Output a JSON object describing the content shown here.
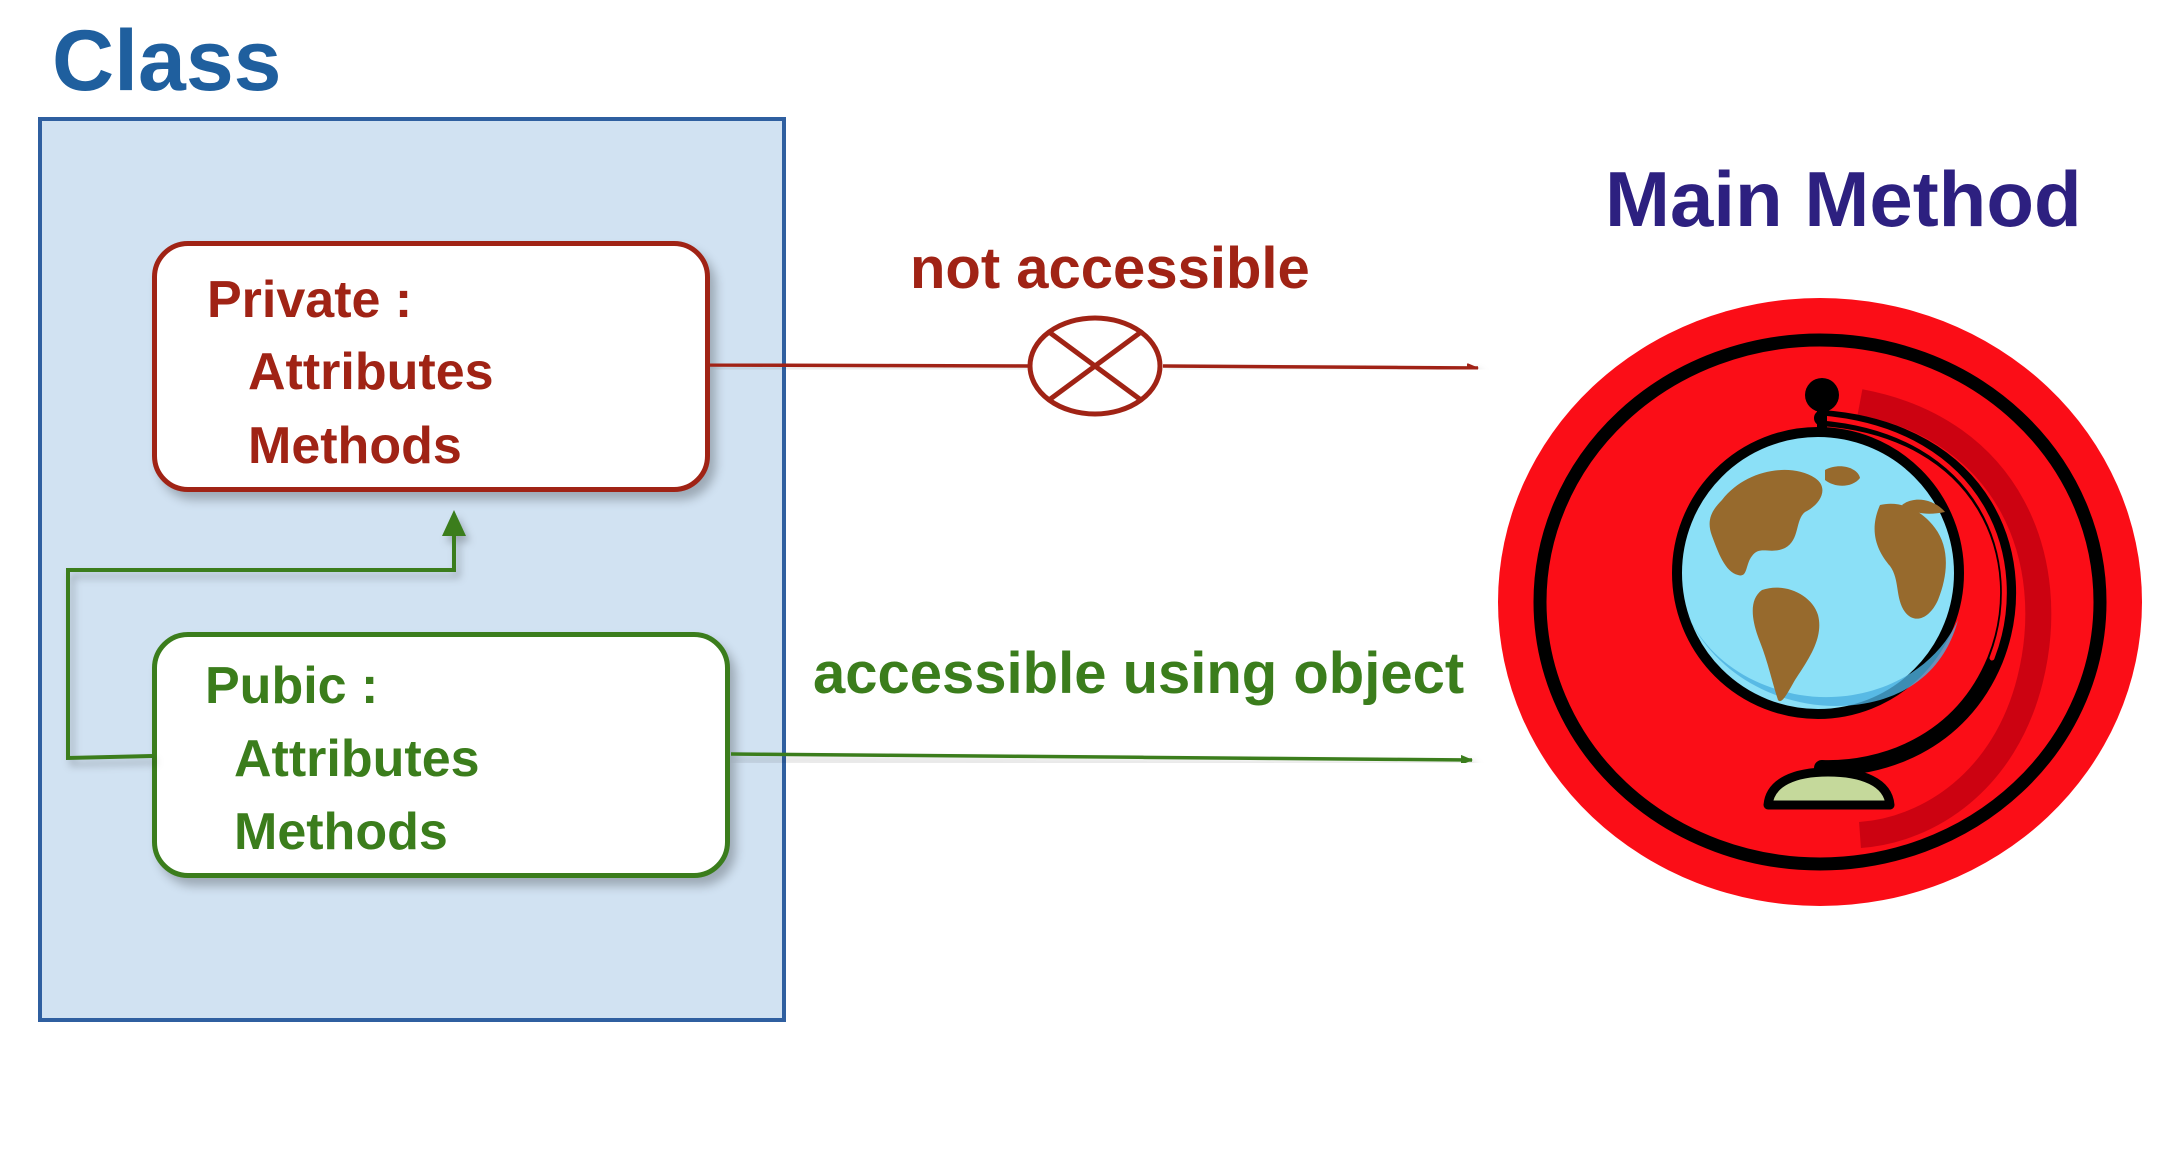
{
  "class_title": "Class",
  "main_title": "Main Method",
  "private_box": {
    "heading": "Private :",
    "attributes": "Attributes",
    "methods": "Methods"
  },
  "public_box": {
    "heading": "Pubic :",
    "attributes": "Attributes",
    "methods": "Methods"
  },
  "edges": {
    "not_accessible": "not accessible",
    "accessible": "accessible using object"
  },
  "icons": {
    "blocked": "blocked-x-icon",
    "main": "globe-icon"
  },
  "colors": {
    "class_title": "#1f5f9e",
    "main_title": "#2d2080",
    "class_fill": "#d1e2f2",
    "class_border": "#2f5fa0",
    "private": "#a02315",
    "public": "#3b7d1c",
    "disc_red": "#fb0d17",
    "ocean": "#8be0f7",
    "land": "#976a2d"
  }
}
